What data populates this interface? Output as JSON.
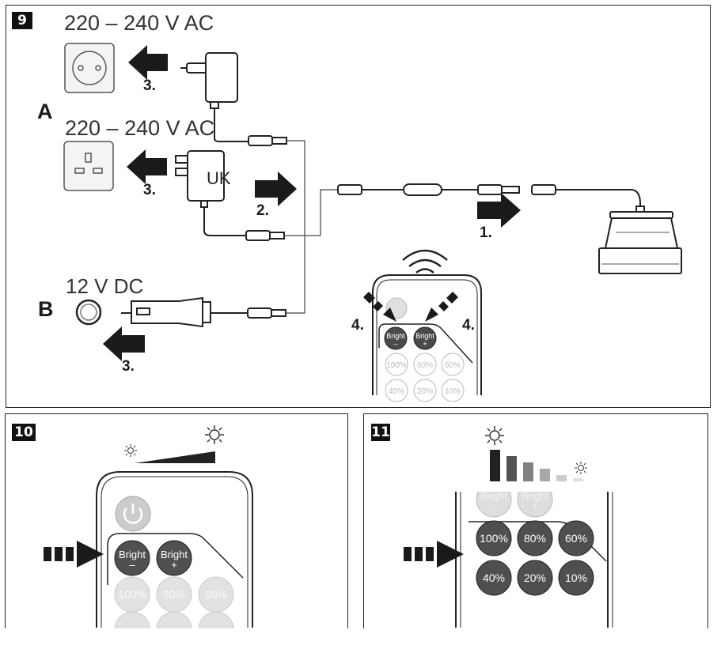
{
  "fig9": {
    "number": "9",
    "voltage_eu": "220 – 240 V AC",
    "voltage_uk": "220 – 240 V AC",
    "voltage_dc": "12 V DC",
    "label_a": "A",
    "label_b": "B",
    "uk_text": "UK",
    "steps": {
      "s1": "1.",
      "s2": "2.",
      "s3a": "3.",
      "s3b": "3.",
      "s3c": "3.",
      "s4l": "4.",
      "s4r": "4."
    },
    "remote": {
      "bright_minus": "Bright",
      "minus": "–",
      "bright_plus": "Bright",
      "plus": "+",
      "b100": "100%",
      "b60": "60%",
      "b60b": "60%",
      "b40": "40%",
      "b20": "20%",
      "b10": "10%"
    }
  },
  "fig10": {
    "number": "10",
    "remote": {
      "bright_minus": "Bright",
      "minus": "–",
      "bright_plus": "Bright",
      "plus": "+",
      "b100": "100%",
      "b80": "80%",
      "b60": "60%"
    }
  },
  "fig11": {
    "number": "11",
    "remote": {
      "bright_minus": "Bright",
      "minus": "–",
      "bright_plus": "Bright",
      "plus": "+",
      "b100": "100%",
      "b80": "80%",
      "b60": "60%",
      "b40": "40%",
      "b20": "20%",
      "b10": "10%"
    },
    "brightness_levels": [
      1.0,
      0.8,
      0.6,
      0.4,
      0.2,
      0.1
    ],
    "bar_colors": [
      "#222222",
      "#555555",
      "#808080",
      "#a8a8a8",
      "#cccccc",
      "#e0e0e0"
    ]
  }
}
